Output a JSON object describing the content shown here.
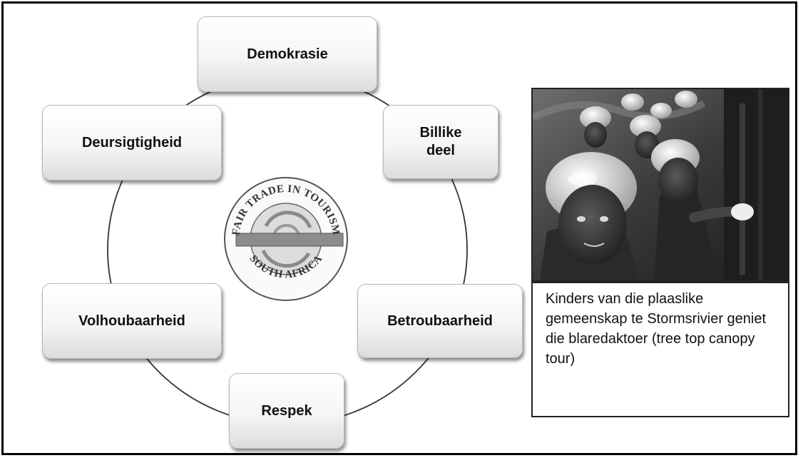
{
  "diagram": {
    "nodes": [
      {
        "id": "demokrasie",
        "label": "Demokrasie"
      },
      {
        "id": "billike-deel",
        "label": "Billike\ndeel"
      },
      {
        "id": "betroubaarheid",
        "label": "Betroubaarheid"
      },
      {
        "id": "respek",
        "label": "Respek"
      },
      {
        "id": "volhoubaarheid",
        "label": "Volhoubaarheid"
      },
      {
        "id": "deursigtigheid",
        "label": "Deursigtigheid"
      }
    ],
    "logo": {
      "top_text": "FAIR TRADE IN TOURISM",
      "bottom_text": "SOUTH AFRICA",
      "icon": "fair-trade-tourism-seal"
    }
  },
  "photo": {
    "caption": "Kinders van die plaaslike gemeenskap te Stormsrivier geniet die blaredaktoer (tree top canopy tour)"
  }
}
